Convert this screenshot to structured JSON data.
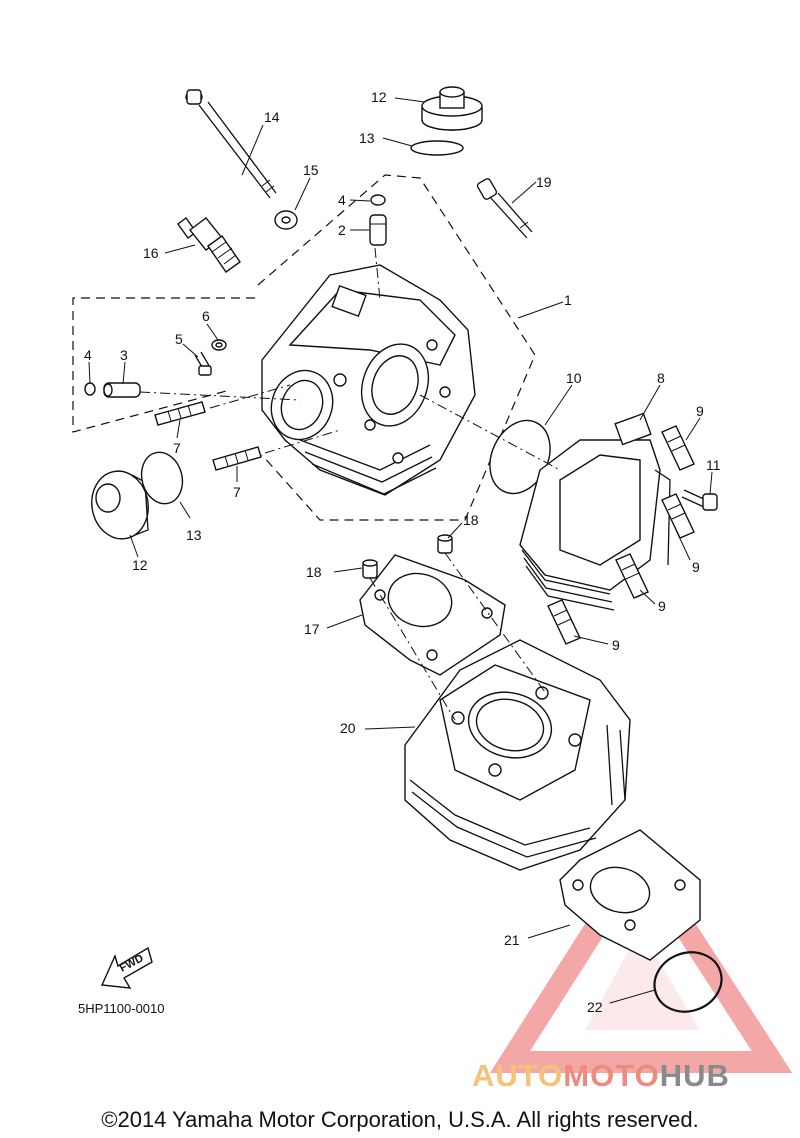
{
  "diagram": {
    "callouts": {
      "p1": "1",
      "p2": "2",
      "p3": "3",
      "p4a": "4",
      "p4b": "4",
      "p5": "5",
      "p6": "6",
      "p7a": "7",
      "p7b": "7",
      "p8": "8",
      "p9a": "9",
      "p9b": "9",
      "p9c": "9",
      "p9d": "9",
      "p10": "10",
      "p11": "11",
      "p12a": "12",
      "p12b": "12",
      "p13a": "13",
      "p13b": "13",
      "p14": "14",
      "p15": "15",
      "p16": "16",
      "p17": "17",
      "p18a": "18",
      "p18b": "18",
      "p19": "19",
      "p20": "20",
      "p21": "21",
      "p22": "22"
    },
    "fwd_label": "FWD",
    "drawing_code": "5HP1100-0010"
  },
  "watermark": {
    "text_part1": "AUTO",
    "text_part2": "MOTO",
    "text_part3": "HUB",
    "colors": {
      "auto": "#f6c27a",
      "moto": "#ef8a7e",
      "hub": "#8a8a8a",
      "triangle": "#f08a8a"
    }
  },
  "footer": {
    "copyright": "©2014 Yamaha Motor Corporation, U.S.A. All rights reserved."
  },
  "highlight_color": "#111111"
}
